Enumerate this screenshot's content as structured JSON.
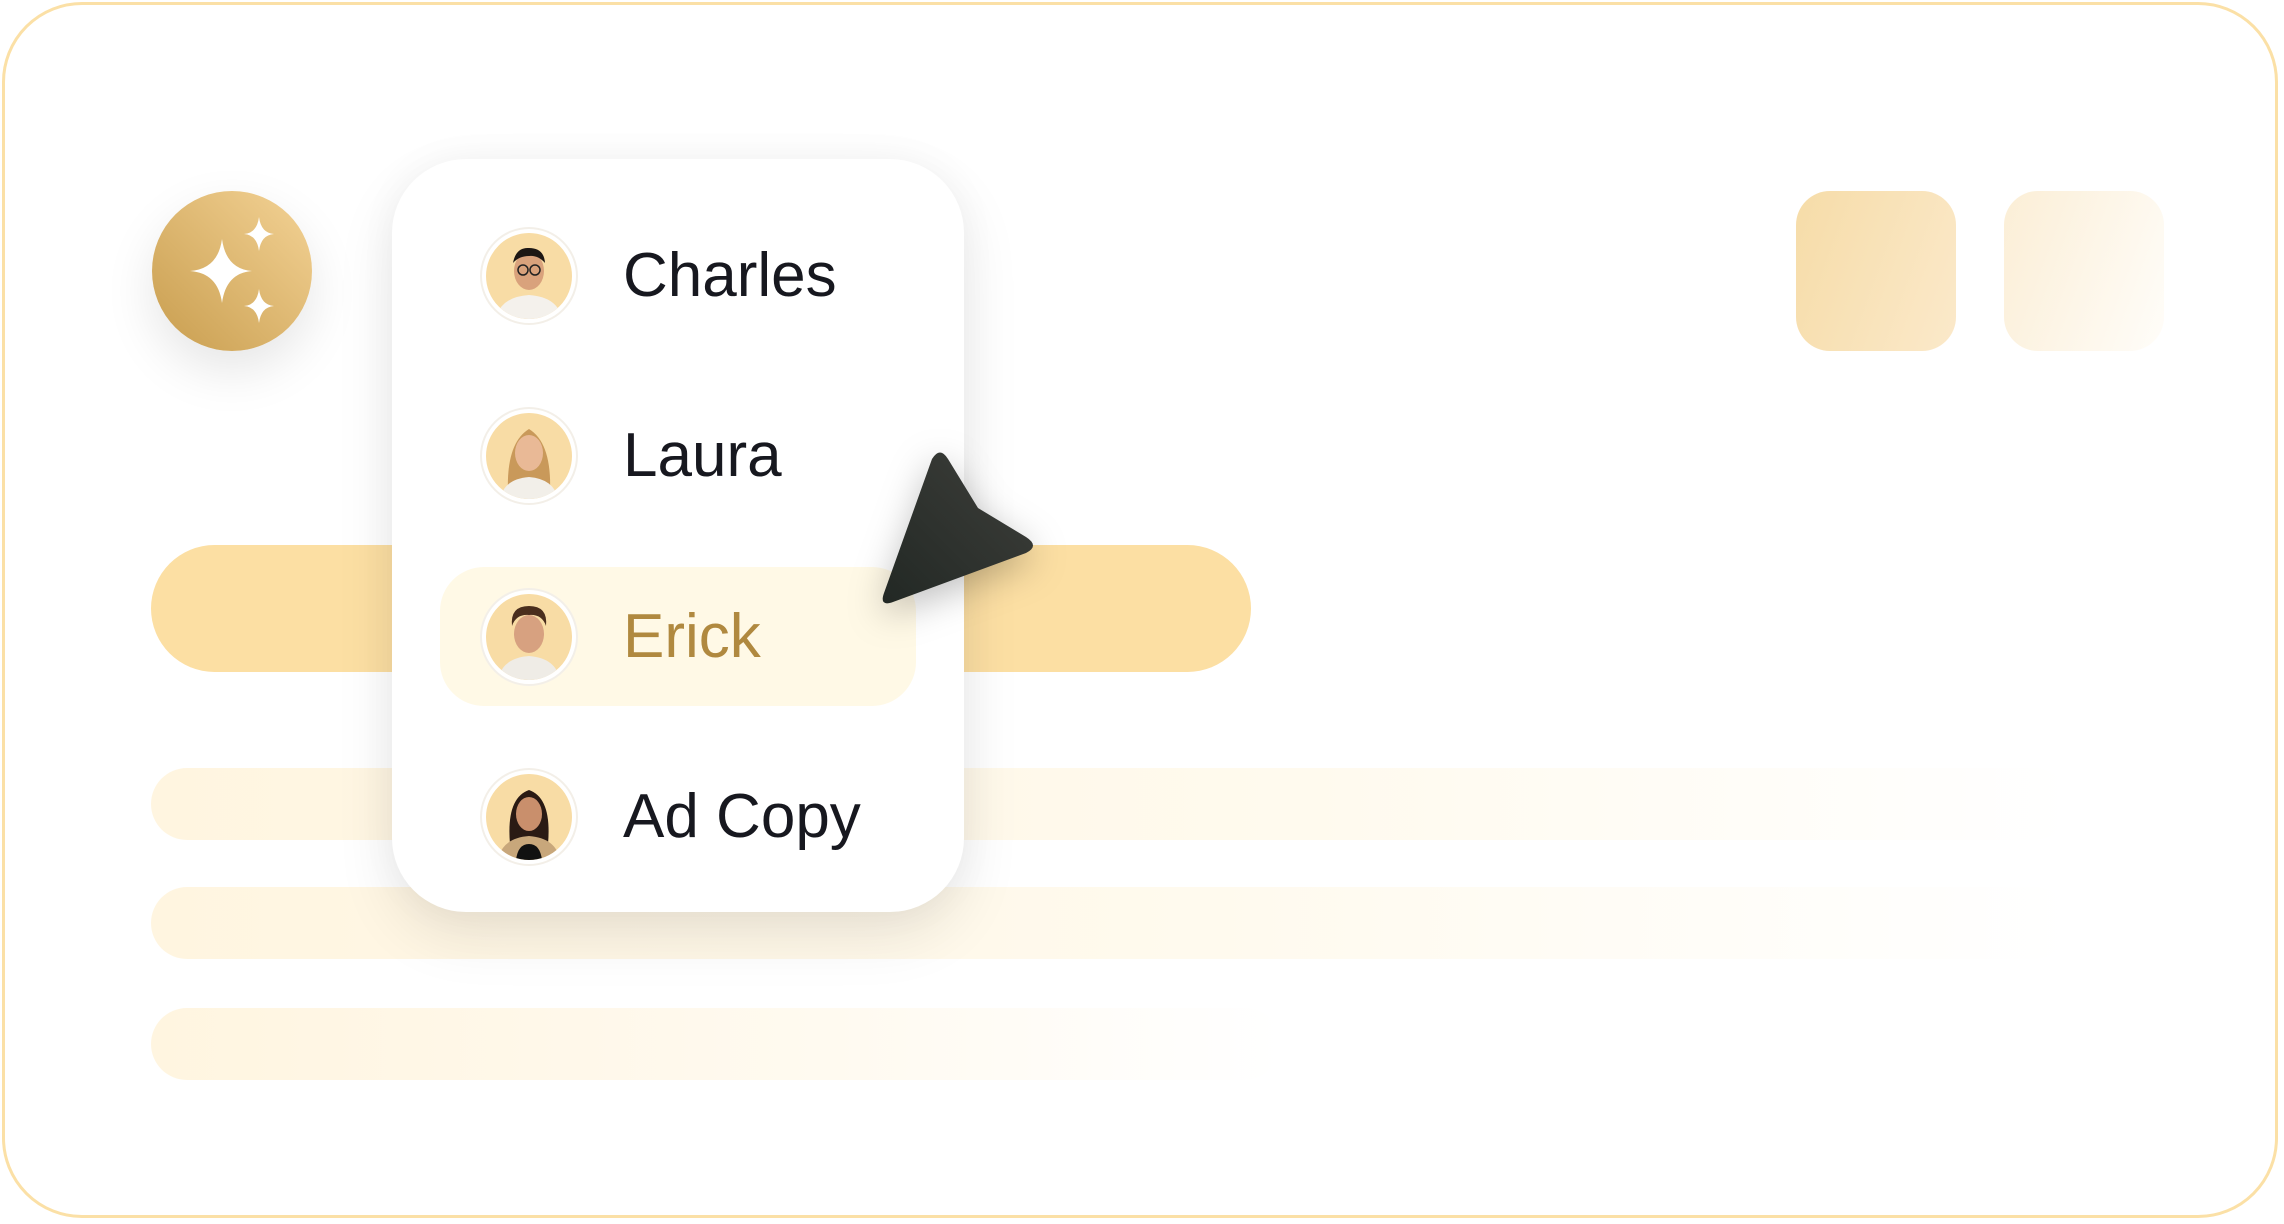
{
  "menu": {
    "items": [
      {
        "label": "Charles",
        "avatar": "man-glasses-avatar",
        "selected": false
      },
      {
        "label": "Laura",
        "avatar": "woman-blonde-avatar",
        "selected": false
      },
      {
        "label": "Erick",
        "avatar": "man-curly-avatar",
        "selected": true
      },
      {
        "label": "Ad Copy",
        "avatar": "woman-dark-hair-avatar",
        "selected": false
      }
    ]
  },
  "icons": {
    "ai": "sparkles-icon",
    "pointer": "cursor-arrow-icon"
  },
  "colors": {
    "accent": "#c89d4e",
    "selected_text": "#b0893f",
    "selected_bg": "#fff9e6",
    "pill": "#fcdfa3",
    "border": "#fbe0a6",
    "cursor": "#2b2e2b"
  }
}
